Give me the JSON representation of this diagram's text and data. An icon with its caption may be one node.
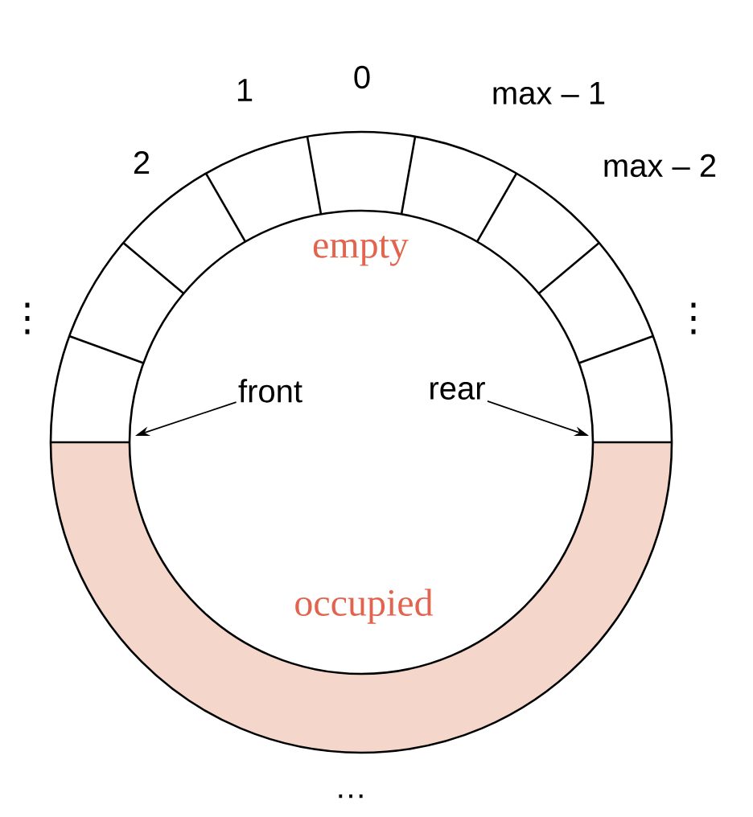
{
  "diagram": {
    "nodes": [
      {
        "text": [
          "front"
        ]
      },
      {
        "text": [
          "rear"
        ]
      }
    ],
    "edges": [
      {
        "from": 0,
        "to": null,
        "arrow": "to"
      },
      {
        "from": 1,
        "to": null,
        "arrow": "to"
      }
    ],
    "labels": [
      "1",
      "0",
      "max – 1",
      "2",
      "max – 2",
      "⋮",
      "⋮",
      "empty",
      "occupied",
      "…"
    ]
  }
}
